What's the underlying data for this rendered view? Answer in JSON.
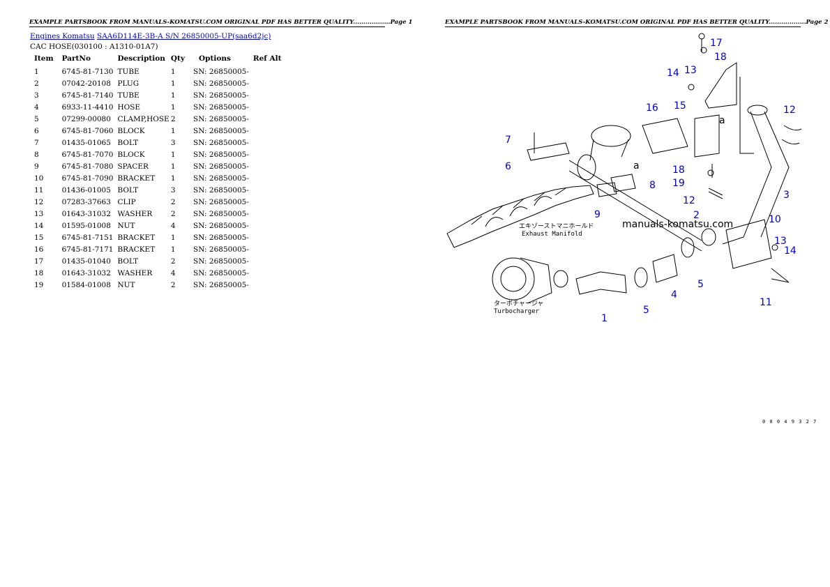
{
  "page1_header": "EXAMPLE PARTSBOOK FROM MANUALS-KOMATSU.COM ORIGINAL PDF HAS BETTER QUALITY..................Page 1",
  "page2_header": "EXAMPLE PARTSBOOK FROM MANUALS-KOMATSU.COM ORIGINAL PDF HAS BETTER QUALITY..................Page 2",
  "breadcrumb": {
    "link1": "Engines Komatsu",
    "link2": "SAA6D114E-3B-A S/N 26850005-UP(saa6d2jc)"
  },
  "subtitle": "CAC HOSE(030100 : A1310-01A7)",
  "table": {
    "headers": [
      "Item",
      "PartNo",
      "Description",
      "Qty",
      "Options",
      "Ref Alt"
    ],
    "rows": [
      [
        "1",
        "6745-81-7130",
        "TUBE",
        "1",
        "SN: 26850005-"
      ],
      [
        "2",
        "07042-20108",
        "PLUG",
        "1",
        "SN: 26850005-"
      ],
      [
        "3",
        "6745-81-7140",
        "TUBE",
        "1",
        "SN: 26850005-"
      ],
      [
        "4",
        "6933-11-4410",
        "HOSE",
        "1",
        "SN: 26850005-"
      ],
      [
        "5",
        "07299-00080",
        "CLAMP,HOSE",
        "2",
        "SN: 26850005-"
      ],
      [
        "6",
        "6745-81-7060",
        "BLOCK",
        "1",
        "SN: 26850005-"
      ],
      [
        "7",
        "01435-01065",
        "BOLT",
        "3",
        "SN: 26850005-"
      ],
      [
        "8",
        "6745-81-7070",
        "BLOCK",
        "1",
        "SN: 26850005-"
      ],
      [
        "9",
        "6745-81-7080",
        "SPACER",
        "1",
        "SN: 26850005-"
      ],
      [
        "10",
        "6745-81-7090",
        "BRACKET",
        "1",
        "SN: 26850005-"
      ],
      [
        "11",
        "01436-01005",
        "BOLT",
        "3",
        "SN: 26850005-"
      ],
      [
        "12",
        "07283-37663",
        "CLIP",
        "2",
        "SN: 26850005-"
      ],
      [
        "13",
        "01643-31032",
        "WASHER",
        "2",
        "SN: 26850005-"
      ],
      [
        "14",
        "01595-01008",
        "NUT",
        "4",
        "SN: 26850005-"
      ],
      [
        "15",
        "6745-81-7151",
        "BRACKET",
        "1",
        "SN: 26850005-"
      ],
      [
        "16",
        "6745-81-7171",
        "BRACKET",
        "1",
        "SN: 26850005-"
      ],
      [
        "17",
        "01435-01040",
        "BOLT",
        "2",
        "SN: 26850005-"
      ],
      [
        "18",
        "01643-31032",
        "WASHER",
        "4",
        "SN: 26850005-"
      ],
      [
        "19",
        "01584-01008",
        "NUT",
        "2",
        "SN: 26850005-"
      ]
    ]
  },
  "diagram": {
    "callouts": [
      "17",
      "18",
      "14",
      "13",
      "16",
      "15",
      "12",
      "7",
      "6",
      "8",
      "9",
      "18",
      "19",
      "12",
      "2",
      "3",
      "10",
      "13",
      "14",
      "11",
      "1",
      "5",
      "4",
      "5"
    ],
    "ref_letters": [
      "a",
      "a"
    ],
    "label_exhaust_jp": "エキゾーストマニホールド",
    "label_exhaust_en": "Exhaust Manifold",
    "label_turbo_jp": "ターボチャージャ",
    "label_turbo_en": "Turbocharger",
    "watermark": "manuals-komatsu.com",
    "callout_color": "#0000cc"
  },
  "drawing_code": "0 0 0 4 9 3 2 7"
}
